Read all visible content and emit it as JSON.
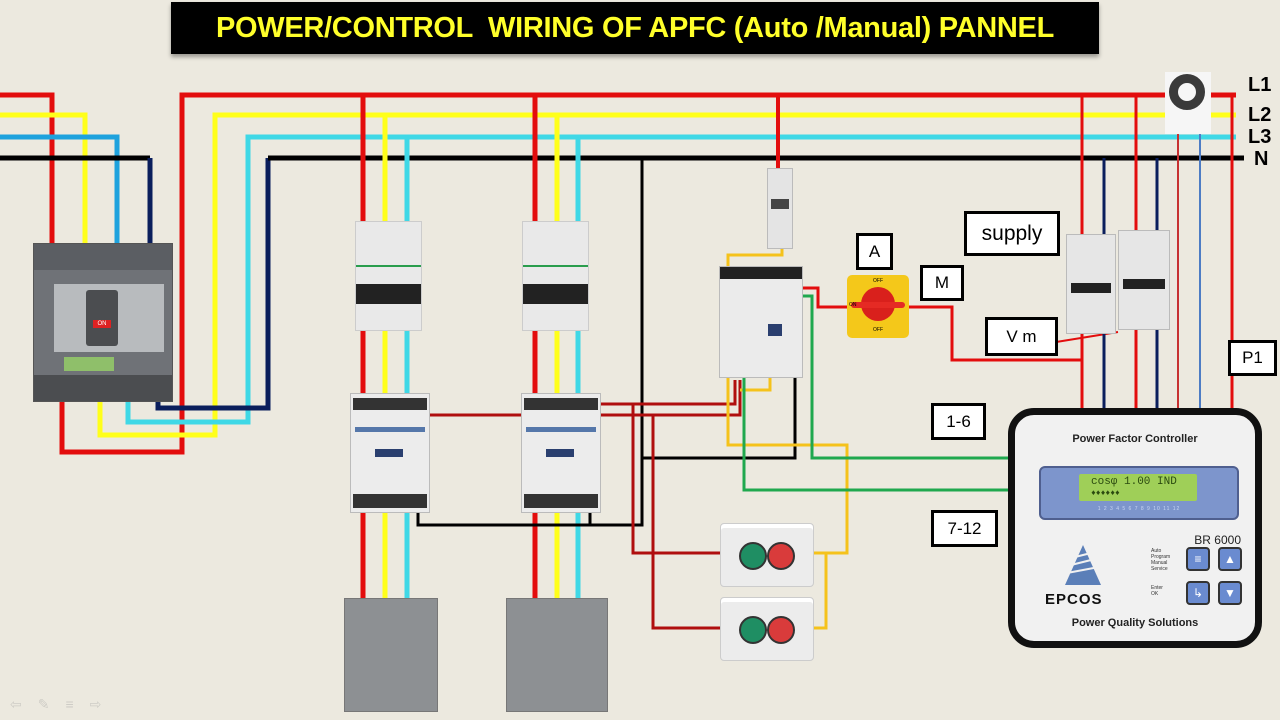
{
  "title": "POWER/CONTROL  WIRING OF APFC (Auto /Manual) PANNEL",
  "busbars": [
    {
      "label": "L1",
      "color": "#e30d0d"
    },
    {
      "label": "L2",
      "color": "#ffff1a"
    },
    {
      "label": "L3",
      "color": "#3fd8e6"
    },
    {
      "label": "N",
      "color": "#000000"
    }
  ],
  "wire_colors": {
    "neutral_drop": "#0a1e5c",
    "control_red": "#b00e0e",
    "control_yellow": "#f5c21b",
    "control_green": "#1fa84e",
    "ct_wire": "#4d7cc4"
  },
  "main_breaker": {
    "switch_label": "ON"
  },
  "tags": {
    "selector_auto": "A",
    "selector_manual": "M",
    "supply": "supply",
    "voltage_measure": "V m",
    "steps_1_6": "1-6",
    "steps_7_12": "7-12",
    "ct_p1": "P1"
  },
  "selector_switch": {
    "off_top": "OFF",
    "on_left": "ON",
    "off_bottom": "OFF"
  },
  "controller": {
    "title": "Power Factor Controller",
    "display_line1": "cosφ 1.00 IND",
    "display_line2": "♦♦♦♦♦♦",
    "step_numbers": "1 2 3 4 5 6 7 8 9 10 11 12",
    "model": "BR 6000",
    "brand": "EPCOS",
    "footer": "Power Quality Solutions",
    "mode_label": "Auto\nProgram\nManual\nService",
    "enter_label": "Enter\nOK",
    "buttons": [
      {
        "name": "mode-button",
        "icon": "triple-chevron-down-icon",
        "glyph": "≡"
      },
      {
        "name": "up-button",
        "icon": "triangle-up-icon",
        "glyph": "▲"
      },
      {
        "name": "enter-button",
        "icon": "enter-arrow-icon",
        "glyph": "↳"
      },
      {
        "name": "down-button",
        "icon": "triangle-down-icon",
        "glyph": "▼"
      }
    ]
  },
  "push_buttons": [
    {
      "start_color": "#1f8e63",
      "stop_color": "#d93b3b"
    },
    {
      "start_color": "#1f8e63",
      "stop_color": "#d93b3b"
    }
  ],
  "slide_nav": [
    "back-icon",
    "pen-icon",
    "menu-icon",
    "forward-icon"
  ]
}
